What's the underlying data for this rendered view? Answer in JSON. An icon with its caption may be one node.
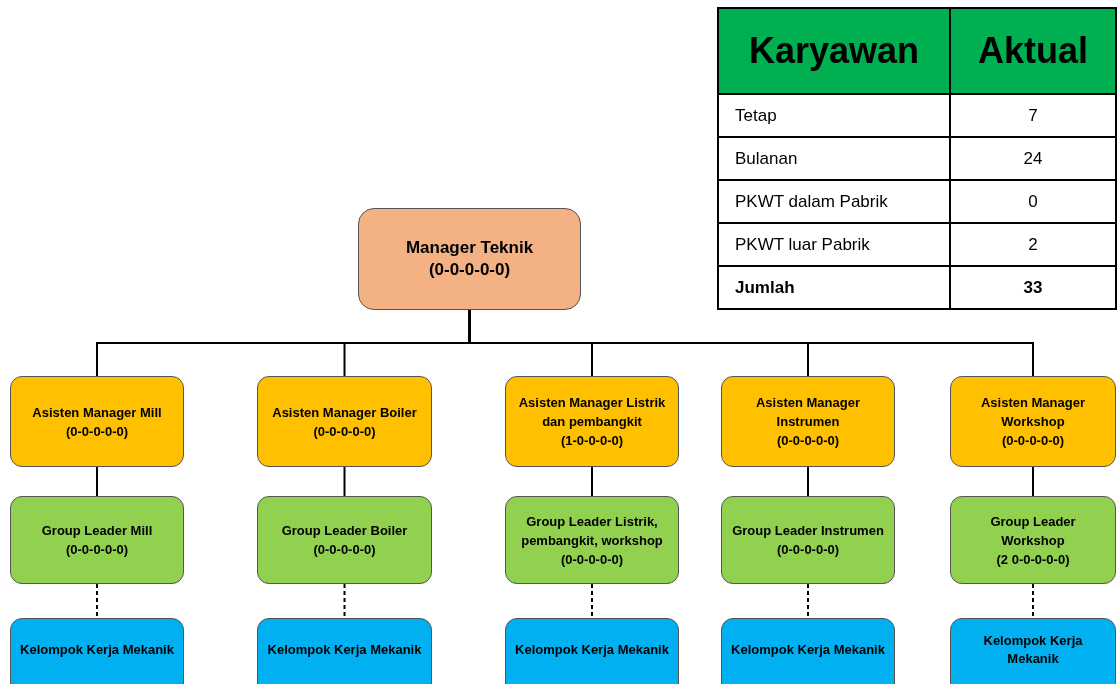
{
  "diagram": {
    "nodes": [
      {
        "text": [
          "Manager Teknik",
          "(0-0-0-0-0)"
        ]
      },
      {
        "text": [
          "Asisten Manager Mill",
          "(0-0-0-0-0)"
        ]
      },
      {
        "text": [
          "Asisten Manager Boiler",
          "(0-0-0-0-0)"
        ]
      },
      {
        "text": [
          "Asisten Manager Listrik dan pembangkit",
          "(1-0-0-0-0)"
        ]
      },
      {
        "text": [
          "Asisten Manager Instrumen",
          "(0-0-0-0-0)"
        ]
      },
      {
        "text": [
          "Asisten Manager Workshop",
          "(0-0-0-0-0)"
        ]
      },
      {
        "text": [
          "Group Leader Mill",
          "(0-0-0-0-0)"
        ]
      },
      {
        "text": [
          "Group Leader Boiler",
          "(0-0-0-0-0)"
        ]
      },
      {
        "text": [
          "Group Leader Listrik, pembangkit, workshop",
          "(0-0-0-0-0)"
        ]
      },
      {
        "text": [
          "Group Leader Instrumen",
          "(0-0-0-0-0)"
        ]
      },
      {
        "text": [
          "Group Leader Workshop",
          "(2 0-0-0-0-0)"
        ]
      },
      {
        "text": [
          "Kelompok Kerja Mekanik"
        ]
      },
      {
        "text": [
          "Kelompok Kerja Mekanik"
        ]
      },
      {
        "text": [
          "Kelompok Kerja Mekanik"
        ]
      },
      {
        "text": [
          "Kelompok Kerja Mekanik"
        ]
      },
      {
        "text": [
          "Kelompok Kerja Mekanik"
        ]
      }
    ],
    "edges": [
      {
        "from": 0,
        "to": 1,
        "arrow": "none"
      },
      {
        "from": 0,
        "to": 2,
        "arrow": "none"
      },
      {
        "from": 0,
        "to": 3,
        "arrow": "none"
      },
      {
        "from": 0,
        "to": 4,
        "arrow": "none"
      },
      {
        "from": 0,
        "to": 5,
        "arrow": "none"
      },
      {
        "from": 1,
        "to": 6,
        "arrow": "none"
      },
      {
        "from": 2,
        "to": 7,
        "arrow": "none"
      },
      {
        "from": 3,
        "to": 8,
        "arrow": "none"
      },
      {
        "from": 4,
        "to": 9,
        "arrow": "none"
      },
      {
        "from": 5,
        "to": 10,
        "arrow": "none"
      },
      {
        "from": 6,
        "to": 11,
        "arrow": "none",
        "style": "dashed"
      },
      {
        "from": 7,
        "to": 12,
        "arrow": "none",
        "style": "dashed"
      },
      {
        "from": 8,
        "to": 13,
        "arrow": "none",
        "style": "dashed"
      },
      {
        "from": 9,
        "to": 14,
        "arrow": "none",
        "style": "dashed"
      },
      {
        "from": 10,
        "to": 15,
        "arrow": "none",
        "style": "dashed"
      }
    ],
    "labels": [
      "Karyawan",
      "Aktual",
      "Tetap",
      "7",
      "Bulanan",
      "24",
      "PKWT dalam Pabrik",
      "0",
      "PKWT luar Pabrik",
      "2",
      "Jumlah",
      "33"
    ]
  }
}
